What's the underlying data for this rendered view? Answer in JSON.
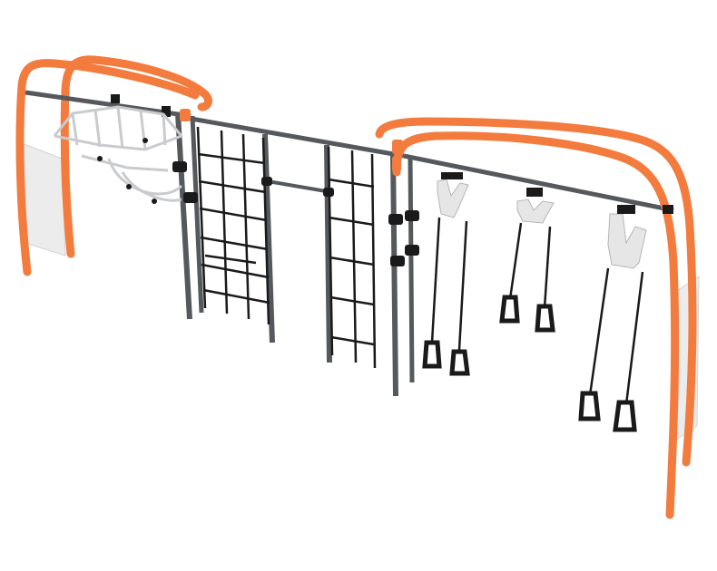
{
  "scene": {
    "subject": "playground-fitness-frame",
    "colors": {
      "frame_orange": "#f37b3d",
      "frame_orange_shade": "#d9652a",
      "post_gray": "#55595e",
      "post_gray_light": "#7b8086",
      "rope_black": "#1a1a1a",
      "panel_white": "#ececec",
      "chrome": "#c9cbce",
      "background": "#ffffff"
    },
    "components": {
      "monkey_bars": 1,
      "rope_nets": 2,
      "gymnastic_ring_pairs": 3,
      "side_panels": 2
    }
  }
}
